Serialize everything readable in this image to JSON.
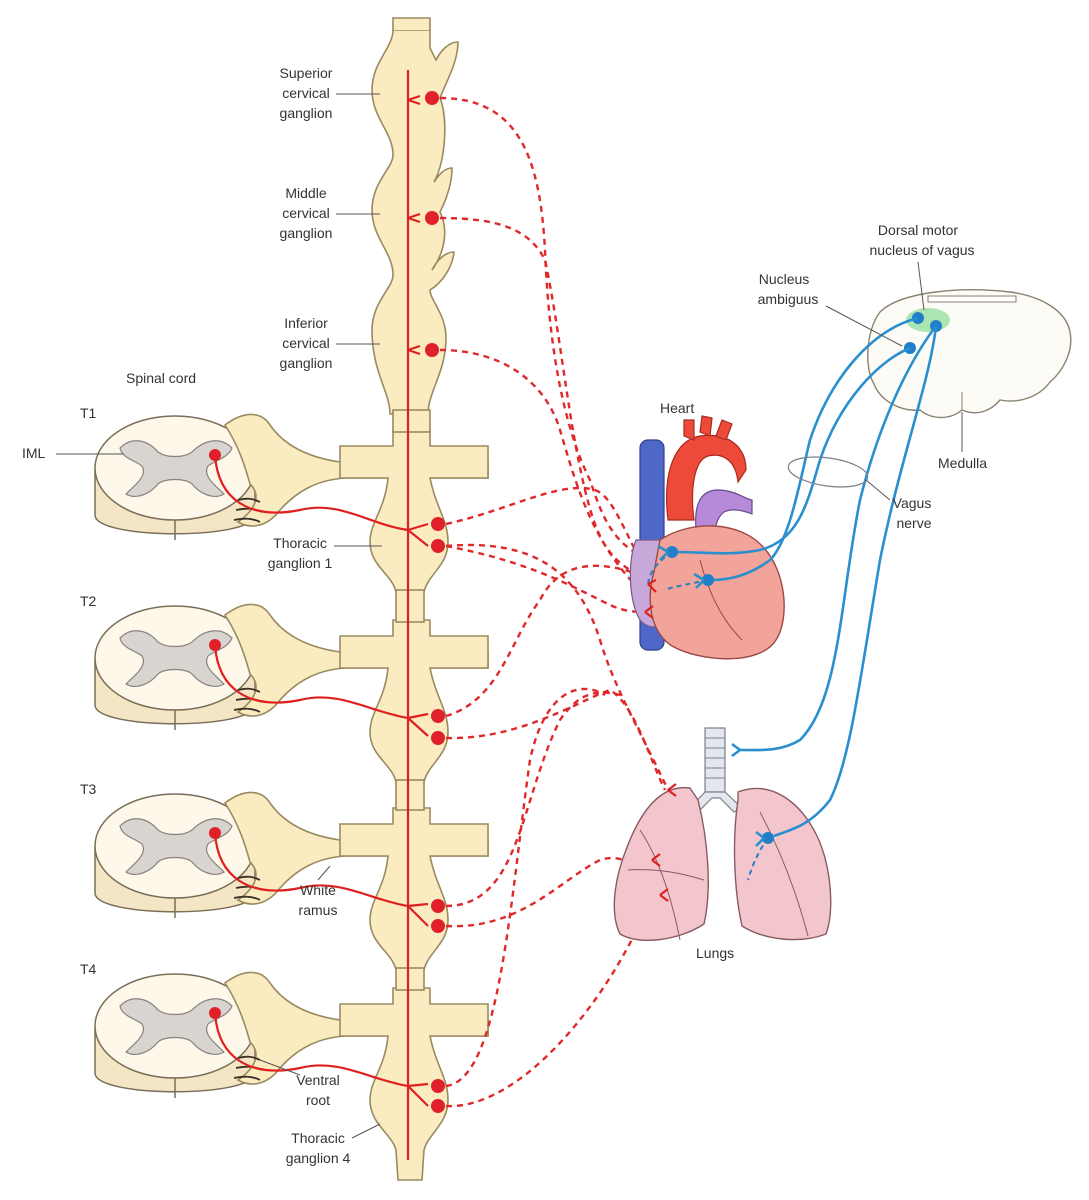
{
  "labels": {
    "superior_ganglion": [
      "Superior",
      "cervical",
      "ganglion"
    ],
    "middle_ganglion": [
      "Middle",
      "cervical",
      "ganglion"
    ],
    "inferior_ganglion": [
      "Inferior",
      "cervical",
      "ganglion"
    ],
    "spinal_cord": "Spinal cord",
    "t1": "T1",
    "t2": "T2",
    "t3": "T3",
    "t4": "T4",
    "iml": "IML",
    "thoracic_ganglion_1": [
      "Thoracic",
      "ganglion 1"
    ],
    "white_ramus": [
      "White",
      "ramus"
    ],
    "ventral_root": [
      "Ventral",
      "root"
    ],
    "thoracic_ganglion_4": [
      "Thoracic",
      "ganglion 4"
    ],
    "heart": "Heart",
    "lungs": "Lungs",
    "dorsal_motor_nucleus": [
      "Dorsal motor",
      "nucleus of vagus"
    ],
    "nucleus_ambiguus": [
      "Nucleus",
      "ambiguus"
    ],
    "medulla": "Medulla",
    "vagus_nerve": [
      "Vagus",
      "nerve"
    ]
  },
  "colors": {
    "ganglion_fill": "#fbebc0",
    "spinal_cord_fill": "#fdf8ea",
    "gray_matter": "#d8d4d0",
    "sympathetic": "#e02020",
    "parasympathetic": "#2a8fcf",
    "heart": "#f2a39a",
    "aorta": "#ee4a3a",
    "vena_cava": "#4d68c8",
    "atria": "#c8a8d8",
    "lungs": "#f3c6ce",
    "trachea": "#e4e8ee",
    "medulla": "#fdfbf6",
    "nucleus_highlight": "#9ee0a8"
  }
}
